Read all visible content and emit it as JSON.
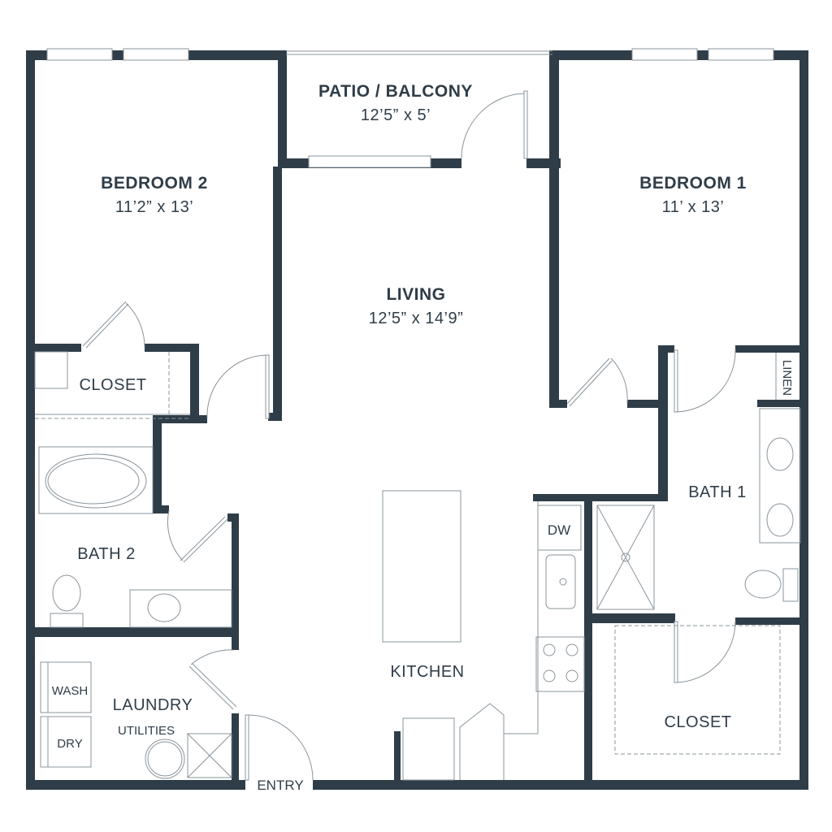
{
  "rooms": {
    "patio": {
      "name": "PATIO / BALCONY",
      "size": "12’5” x 5’"
    },
    "bedroom2": {
      "name": "BEDROOM 2",
      "size": "11’2” x 13’"
    },
    "bedroom1": {
      "name": "BEDROOM 1",
      "size": "11’ x 13’"
    },
    "living": {
      "name": "LIVING",
      "size": "12’5” x 14’9”"
    },
    "closet2": {
      "name": "CLOSET"
    },
    "bath2": {
      "name": "BATH 2"
    },
    "bath1": {
      "name": "BATH 1"
    },
    "linen": {
      "name": "LINEN"
    },
    "kitchen": {
      "name": "KITCHEN"
    },
    "laundry": {
      "name": "LAUNDRY"
    },
    "closet1": {
      "name": "CLOSET"
    },
    "entry": {
      "name": "ENTRY"
    }
  },
  "fixtures": {
    "dishwasher": "DW",
    "washer": "WASH",
    "dryer": "DRY",
    "utilities": "UTILITIES"
  },
  "colors": {
    "wall": "#2f3d48",
    "fixture_line": "#8a949b"
  }
}
